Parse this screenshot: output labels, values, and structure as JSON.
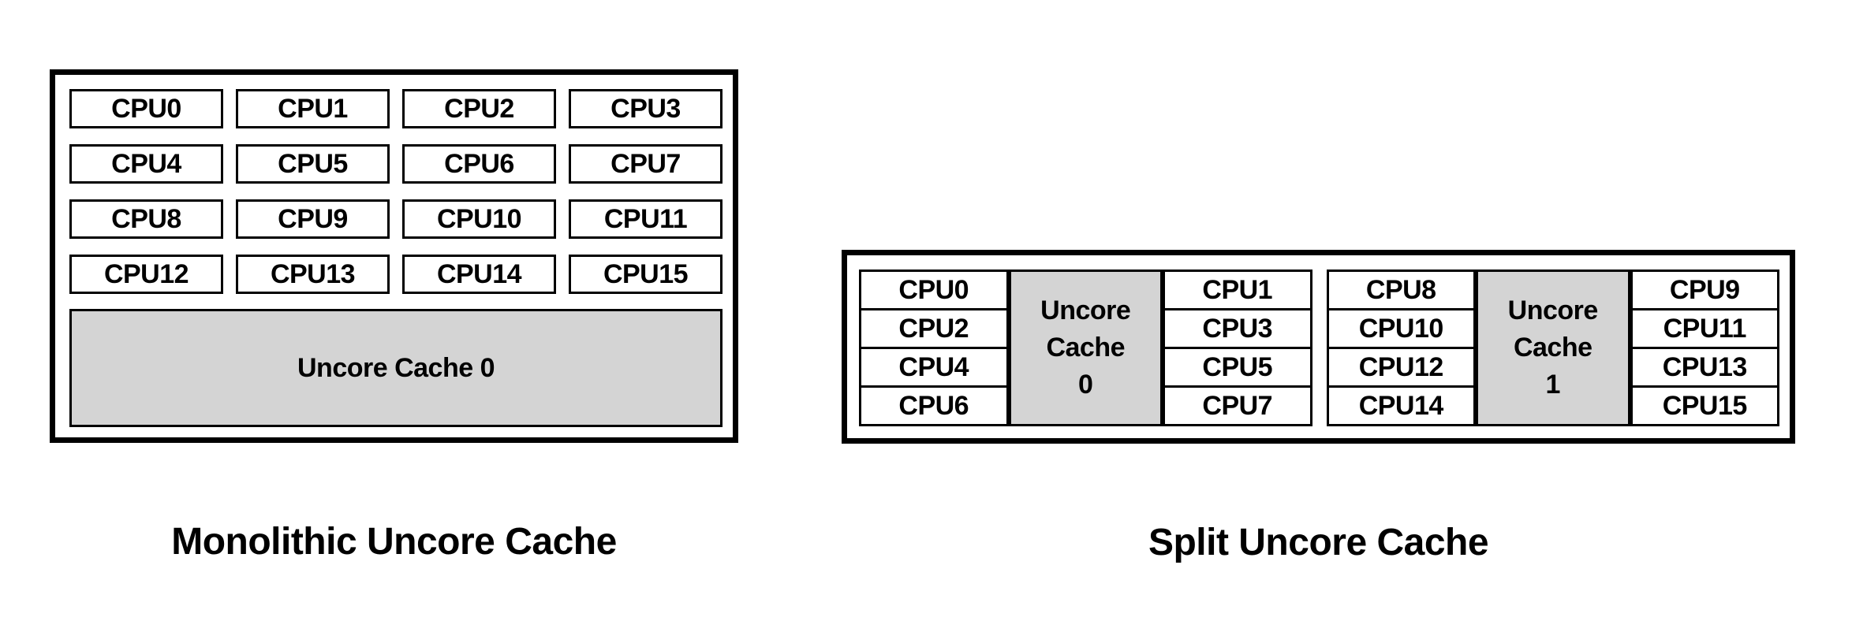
{
  "colors": {
    "cache_fill": "#d4d4d4",
    "border": "#000000",
    "text": "#000000",
    "background": "#ffffff"
  },
  "monolithic": {
    "caption": "Monolithic Uncore Cache",
    "cache_label": "Uncore Cache 0",
    "cpus": [
      "CPU0",
      "CPU1",
      "CPU2",
      "CPU3",
      "CPU4",
      "CPU5",
      "CPU6",
      "CPU7",
      "CPU8",
      "CPU9",
      "CPU10",
      "CPU11",
      "CPU12",
      "CPU13",
      "CPU14",
      "CPU15"
    ]
  },
  "split": {
    "caption": "Split Uncore Cache",
    "clusters": [
      {
        "left_cpus": [
          "CPU0",
          "CPU2",
          "CPU4",
          "CPU6"
        ],
        "cache_lines": [
          "Uncore",
          "Cache",
          "0"
        ],
        "right_cpus": [
          "CPU1",
          "CPU3",
          "CPU5",
          "CPU7"
        ]
      },
      {
        "left_cpus": [
          "CPU8",
          "CPU10",
          "CPU12",
          "CPU14"
        ],
        "cache_lines": [
          "Uncore",
          "Cache",
          "1"
        ],
        "right_cpus": [
          "CPU9",
          "CPU11",
          "CPU13",
          "CPU15"
        ]
      }
    ]
  }
}
